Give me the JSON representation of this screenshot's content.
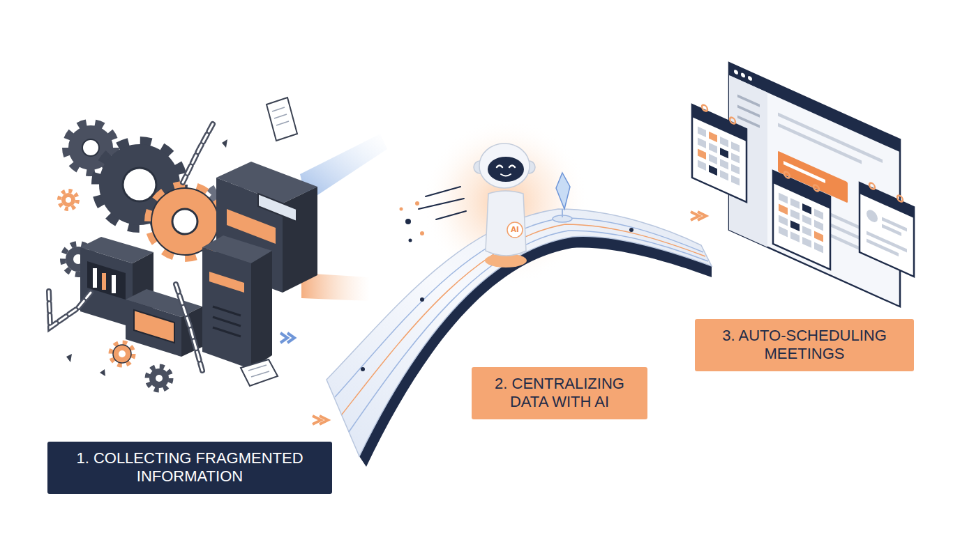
{
  "diagram": {
    "nodes": [
      {
        "text": [
          "1. COLLECTING FRAGMENTED INFORMATION"
        ]
      },
      {
        "text": [
          "2. CENTRALIZING DATA WITH AI"
        ]
      },
      {
        "text": [
          "3. AUTO-SCHEDULING MEETINGS"
        ]
      }
    ],
    "labels": [
      "AI"
    ]
  }
}
